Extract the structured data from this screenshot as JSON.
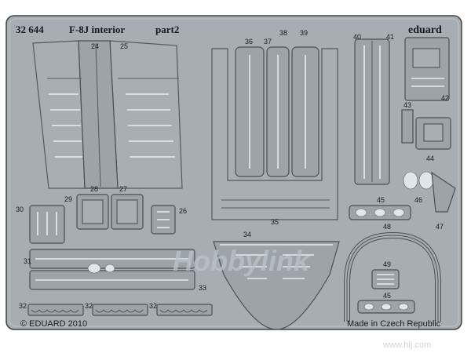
{
  "sheet": {
    "code": "32 644",
    "title": "F-8J interior",
    "subtitle": "part2",
    "brand": "eduard",
    "copyright": "© EDUARD 2010",
    "origin": "Made in Czech Republic"
  },
  "part_numbers": {
    "p24": "24",
    "p25": "25",
    "p26": "26",
    "p27": "27",
    "p28": "28",
    "p29": "29",
    "p30": "30",
    "p31": "31",
    "p32a": "32",
    "p32b": "32",
    "p32c": "32",
    "p33": "33",
    "p34": "34",
    "p35": "35",
    "p36": "36",
    "p37": "37",
    "p38": "38",
    "p39": "39",
    "p40": "40",
    "p41": "41",
    "p42": "42",
    "p43": "43",
    "p44": "44",
    "p45a": "45",
    "p45b": "45",
    "p46": "46",
    "p47": "47",
    "p48": "48",
    "p49": "49"
  },
  "watermark": {
    "logo_text": "Hobbylink",
    "url": "www.hlj.com"
  },
  "colors": {
    "sheet": "#a9aeb3",
    "etch_line": "#e9ecee",
    "outline": "#56595c"
  }
}
